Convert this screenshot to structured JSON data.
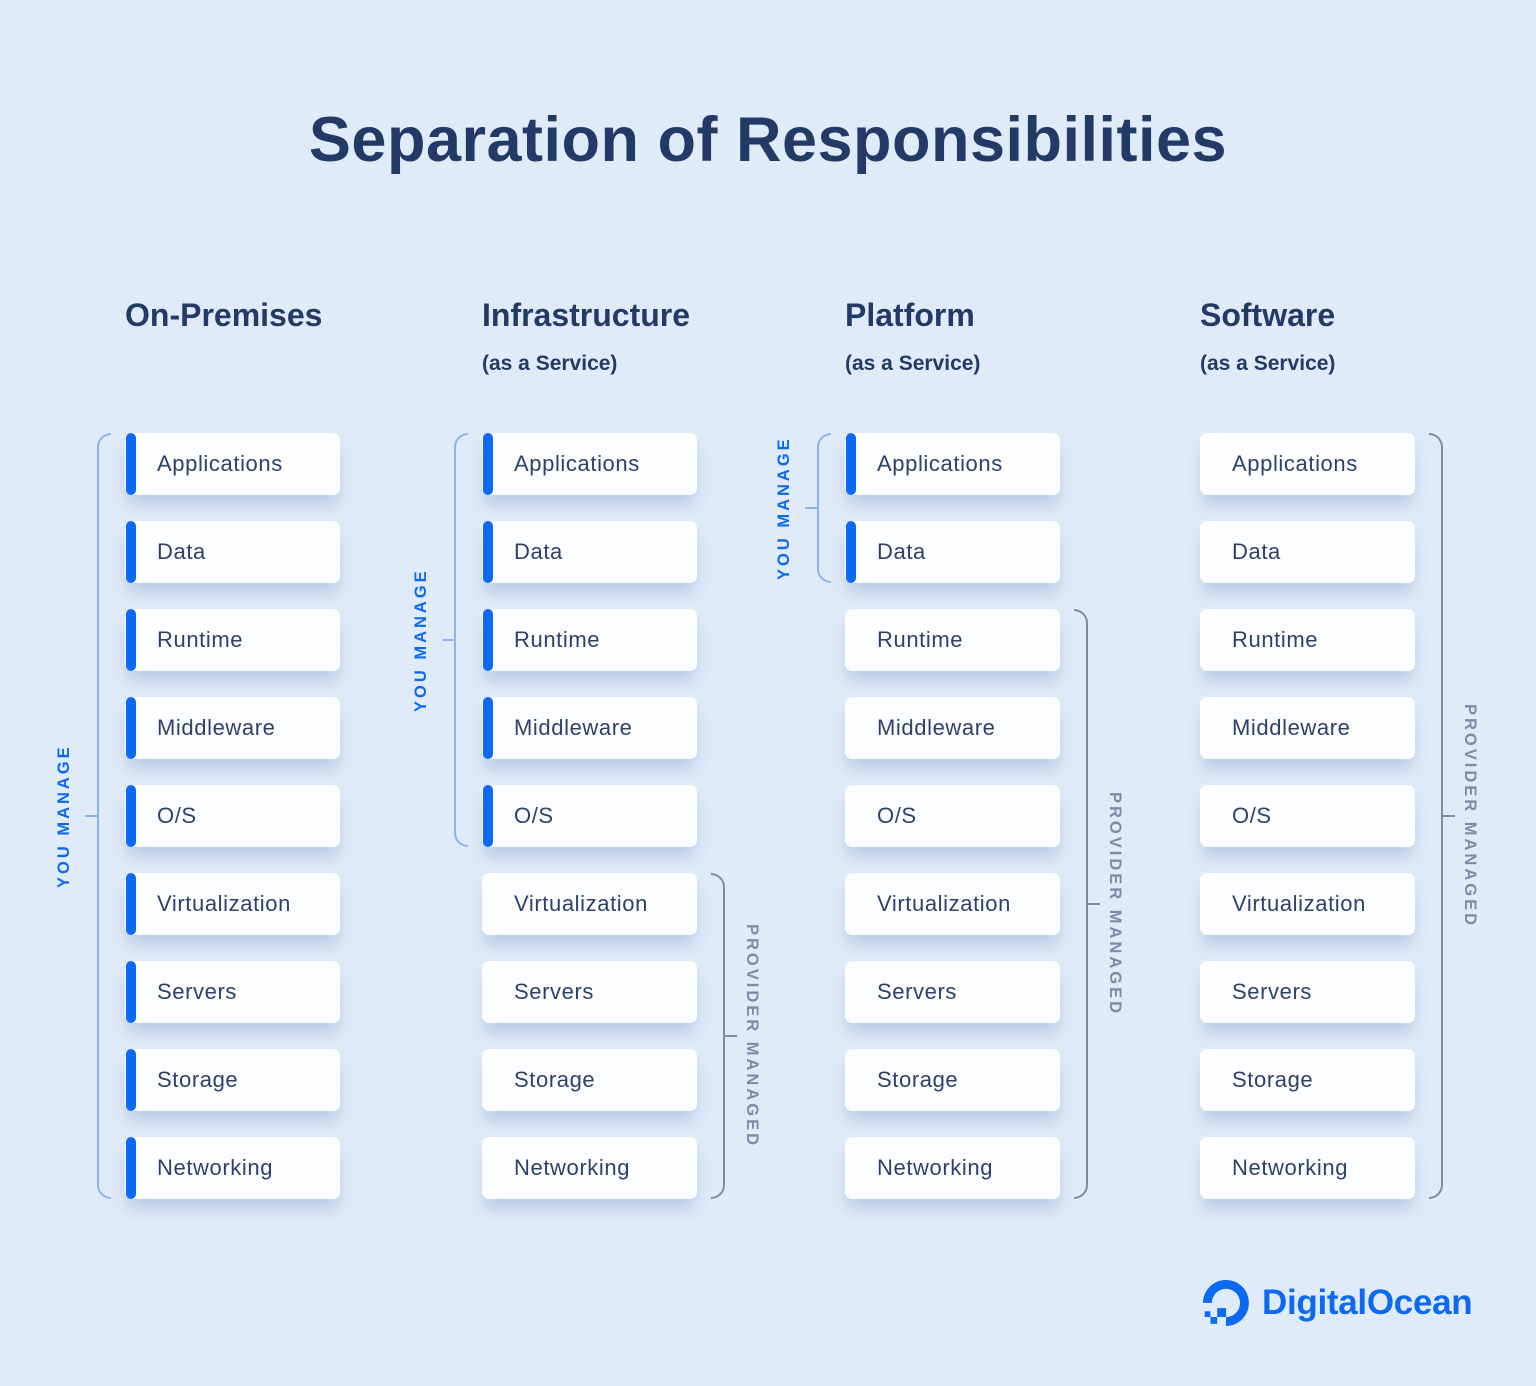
{
  "title": "Separation of Responsibilities",
  "legend": {
    "you_manage": "YOU MANAGE",
    "provider_managed": "PROVIDER MANAGED"
  },
  "layers": [
    "Applications",
    "Data",
    "Runtime",
    "Middleware",
    "O/S",
    "Virtualization",
    "Servers",
    "Storage",
    "Networking"
  ],
  "columns": [
    {
      "id": "on-premises",
      "name": "On-Premises",
      "subtitle": "",
      "brackets": [
        {
          "side": "left",
          "label_key": "you_manage",
          "start": 0,
          "end": 8
        }
      ]
    },
    {
      "id": "infrastructure",
      "name": "Infrastructure",
      "subtitle": "(as a Service)",
      "brackets": [
        {
          "side": "left",
          "label_key": "you_manage",
          "start": 0,
          "end": 4
        },
        {
          "side": "right",
          "label_key": "provider_managed",
          "start": 5,
          "end": 8
        }
      ]
    },
    {
      "id": "platform",
      "name": "Platform",
      "subtitle": "(as a Service)",
      "brackets": [
        {
          "side": "left",
          "label_key": "you_manage",
          "start": 0,
          "end": 1
        },
        {
          "side": "right",
          "label_key": "provider_managed",
          "start": 2,
          "end": 8
        }
      ]
    },
    {
      "id": "software",
      "name": "Software",
      "subtitle": "(as a Service)",
      "brackets": [
        {
          "side": "right",
          "label_key": "provider_managed",
          "start": 0,
          "end": 8
        }
      ]
    }
  ],
  "footer": {
    "brand": "DigitalOcean"
  },
  "colors": {
    "background": "#e0ebf9",
    "title_navy": "#233a66",
    "box_text_navy": "#2e4168",
    "accent_blue": "#0c69f2",
    "bracket_blue": "#8fb1e9",
    "slate": "#7d8ca6",
    "box_white": "#fcfdff"
  }
}
